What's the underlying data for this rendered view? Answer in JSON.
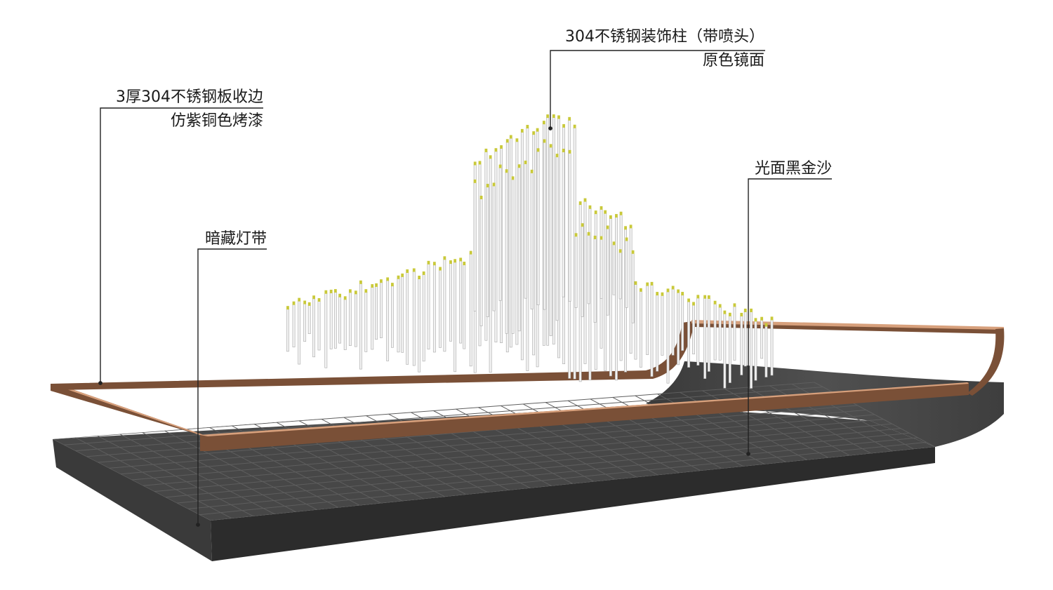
{
  "annotations": {
    "columns": {
      "line1": "304不锈钢装饰柱（带喷头）",
      "line2": "原色镜面"
    },
    "edge_trim": {
      "line1": "3厚304不锈钢板收边",
      "line2": "仿紫铜色烤漆"
    },
    "light_strip": {
      "line1": "暗藏灯带"
    },
    "sand": {
      "line1": "光面黑金沙"
    }
  },
  "colors": {
    "stone_top": "#474747",
    "stone_side": "#2c2c2c",
    "stone_grid": "#5e5e5e",
    "copper_front": "#7a5037",
    "copper_top": "#d7a07c",
    "column_light": "#f2f2f2",
    "column_dark": "#a8a8a8",
    "column_tip": "#c9c93a",
    "leader_line": "#222222"
  }
}
